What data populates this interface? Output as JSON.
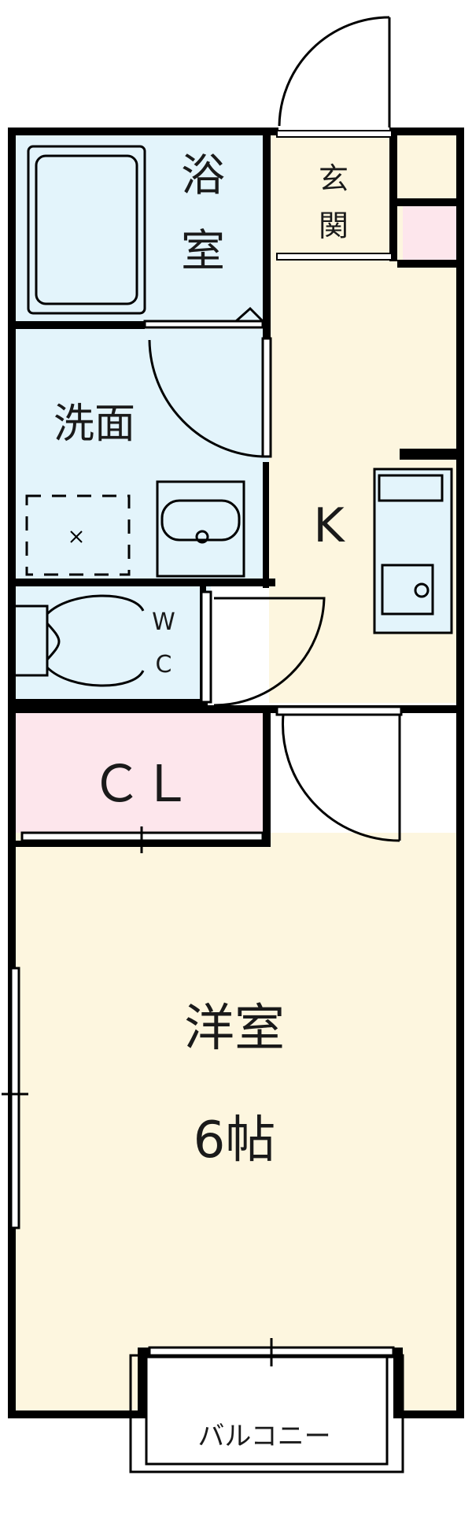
{
  "rooms": {
    "bath": {
      "label_1": "浴",
      "label_2": "室"
    },
    "entrance": {
      "label_1": "玄",
      "label_2": "関"
    },
    "washroom": {
      "label": "洗面"
    },
    "kitchen": {
      "label": "K"
    },
    "toilet": {
      "label_1": "W",
      "label_2": "C"
    },
    "closet": {
      "label": "ＣＬ"
    },
    "western_room": {
      "label": "洋室",
      "size": "6帖"
    },
    "balcony": {
      "label": "バルコニー"
    }
  },
  "colors": {
    "wall": "#000000",
    "wet_area": "#e3f4fb",
    "living_floor": "#fdf6df",
    "closet_fill": "#fde6ec",
    "fixture_line": "#000000"
  }
}
